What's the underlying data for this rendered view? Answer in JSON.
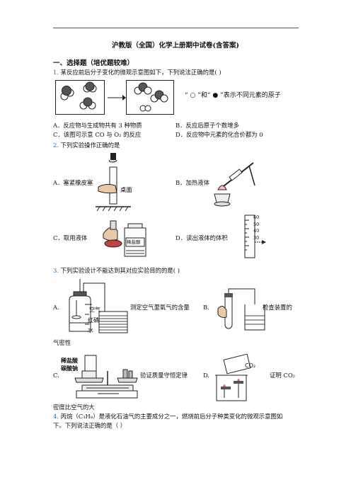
{
  "title": "沪教版（全国）化学上册期中试卷(含答案)",
  "section": "一、选择题（培优题较难）",
  "q1": {
    "num": "1.",
    "stem": "某反应前后分子变化的微观示意图如下，下列说法正确的是(    )",
    "legend": "“ ○ ”和“ ● ”表示不同元素的原子",
    "a": "A．反应物与生成物共有 3 种物质",
    "b": "B．反应后原子个数增多",
    "c": "C．该图可示意 CO 与 O₂ 的反应",
    "d": "D．反应物中元素的化合价都为 0"
  },
  "q2": {
    "num": "2.",
    "stem": "下列实验操作正确的是",
    "a": "A．塞紧橡皮塞",
    "a_label": "桌面",
    "b": "B．加热液体",
    "c": "C．取用液体",
    "c_label": "稀盐酸",
    "d": "D．读出液体的体积",
    "ticks": [
      "60",
      "50",
      "40",
      "30"
    ]
  },
  "q3": {
    "num": "3.",
    "stem": "下列实验设计不能达到其对应实验目的的是(    )",
    "a": "A.",
    "a_text": "测定空气里氧气的含量",
    "a_labels": [
      "空气",
      "红磷",
      "水"
    ],
    "b": "B.",
    "b_text": "检查装置的",
    "wrap1": "气密性",
    "c": "C.",
    "c_text": "验证质量守恒定律",
    "c_labels": [
      "稀盐酸",
      "碳酸钠"
    ],
    "d": "D.",
    "d_text": "证明 CO₂",
    "d_label": "CO₂",
    "wrap2": "密度比空气的大"
  },
  "q4": {
    "num": "4.",
    "stem1": "丙烷（C₃H₈）是液化石油气的主要成分之一，燃烧前后分子种类变化的微观示意图如",
    "stem2": "下。下列说法正确的是（    ）"
  }
}
